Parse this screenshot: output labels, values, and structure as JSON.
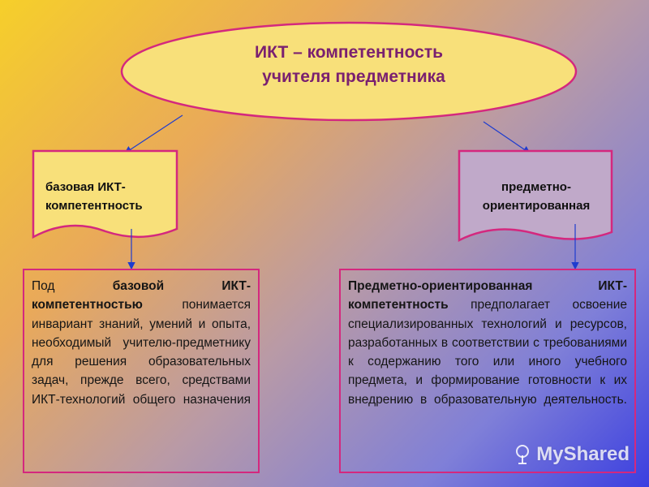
{
  "colors": {
    "accent": "#d4287e",
    "title": "#7a2070",
    "arrow": "#1e3ccf"
  },
  "title": {
    "line1": "ИКТ – компетентность",
    "line2": "учителя предметника"
  },
  "left_node": {
    "line1": "базовая ИКТ-",
    "line2": "компетентность"
  },
  "right_node": {
    "line1": "предметно-",
    "line2": "ориентированная"
  },
  "left_desc": {
    "lead1": "Под",
    "lead_bold": "базовой ИКТ-компетентностью",
    "text": "понимается инвариант знаний, умений и опыта, необходимый учителю-предметнику для решения образовательных задач, прежде всего, средствами ИКТ-технологий общего назначения"
  },
  "right_desc": {
    "lead_bold": "Предметно-ориентированная ИКТ-компетентность",
    "text": "предполагает освоение специализированных технологий и ресурсов, разработанных в соответствии с требованиями к содержанию того или иного учебного предмета, и формирование готовности к их внедрению в образовательную деятельность."
  },
  "watermark": {
    "text": "MyShared",
    "icon": "tree-icon"
  }
}
